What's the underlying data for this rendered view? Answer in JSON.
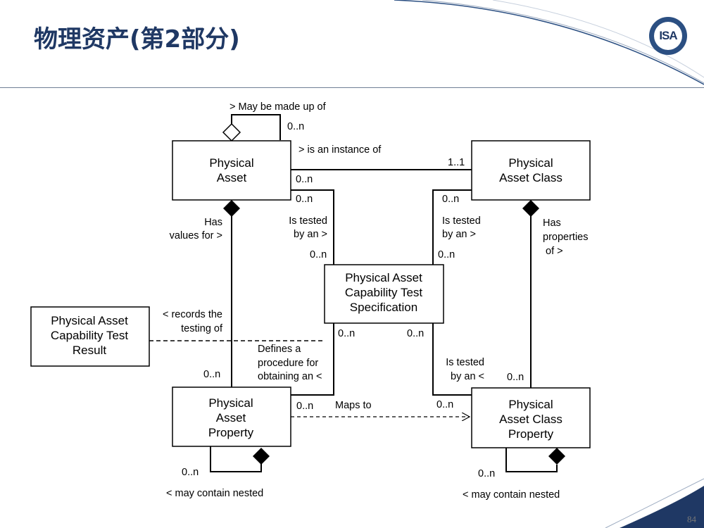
{
  "slide": {
    "title": "物理资产(第2部分)",
    "logo_text": "ISA",
    "page_number": "84"
  },
  "diagram": {
    "nodes": {
      "physical_asset": [
        "Physical",
        "Asset"
      ],
      "physical_asset_class": [
        "Physical",
        "Asset Class"
      ],
      "capability_test_spec": [
        "Physical Asset",
        "Capability Test",
        "Specification"
      ],
      "capability_test_result": [
        "Physical Asset",
        "Capability Test",
        "Result"
      ],
      "physical_asset_property": [
        "Physical",
        "Asset",
        "Property"
      ],
      "physical_asset_class_property": [
        "Physical",
        "Asset Class",
        "Property"
      ]
    },
    "labels": {
      "may_be_made_up_of": "> May be made up of",
      "self_mult": "0..n",
      "is_an_instance_of": "> is an instance of",
      "instance_mult_class": "1..1",
      "instance_mult_asset": "0..n",
      "asset_tested_mult_top": "0..n",
      "class_tested_mult_top": "0..n",
      "has_values_for": [
        "Has",
        "values for >"
      ],
      "asset_tested_by": [
        "Is tested",
        "by an >"
      ],
      "asset_tested_mult_bottom": "0..n",
      "class_tested_by": [
        "Is tested",
        "by an >"
      ],
      "class_tested_mult_bottom": "0..n",
      "has_properties_of": [
        "Has",
        "properties",
        "of >"
      ],
      "records_the_testing_of": [
        "< records the",
        "testing of"
      ],
      "spec_mult_left": "0..n",
      "spec_mult_right": "0..n",
      "defines_procedure": [
        "Defines a",
        "procedure for",
        "obtaining an <"
      ],
      "values_mult": "0..n",
      "property_tested_by": [
        "Is tested",
        "by an <"
      ],
      "class_property_mult": "0..n",
      "maps_to": "Maps to",
      "maps_mult_left": "0..n",
      "maps_mult_right": "0..n",
      "nested_left_mult": "0..n",
      "nested_left": "< may contain nested",
      "nested_right_mult": "0..n",
      "nested_right": "< may contain nested"
    }
  }
}
